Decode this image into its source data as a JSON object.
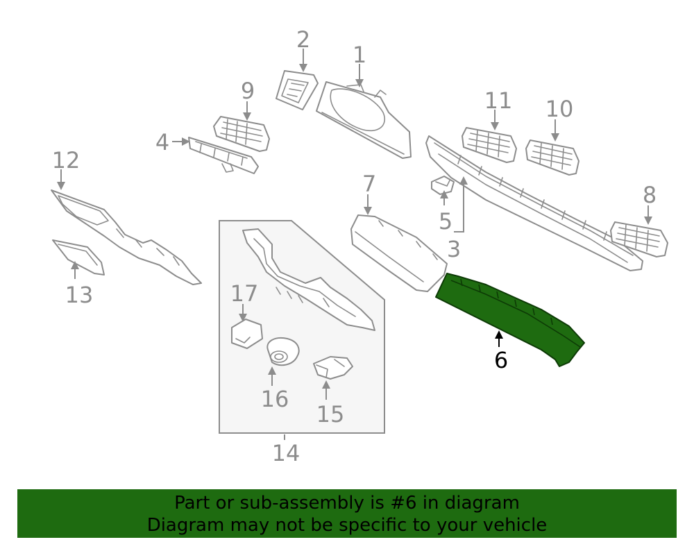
{
  "callouts": {
    "c1": "1",
    "c2": "2",
    "c3": "3",
    "c4": "4",
    "c5": "5",
    "c6": "6",
    "c7": "7",
    "c8": "8",
    "c9": "9",
    "c10": "10",
    "c11": "11",
    "c12": "12",
    "c13": "13",
    "c14": "14",
    "c15": "15",
    "c16": "16",
    "c17": "17"
  },
  "highlighted_part": "6",
  "colors": {
    "highlight": "#1e6b10",
    "line": "#8c8c8c",
    "banner": "#1e6b10"
  },
  "banner": {
    "line1": "Part or sub-assembly is #6 in diagram",
    "line2": "Diagram may not be specific to your vehicle"
  }
}
